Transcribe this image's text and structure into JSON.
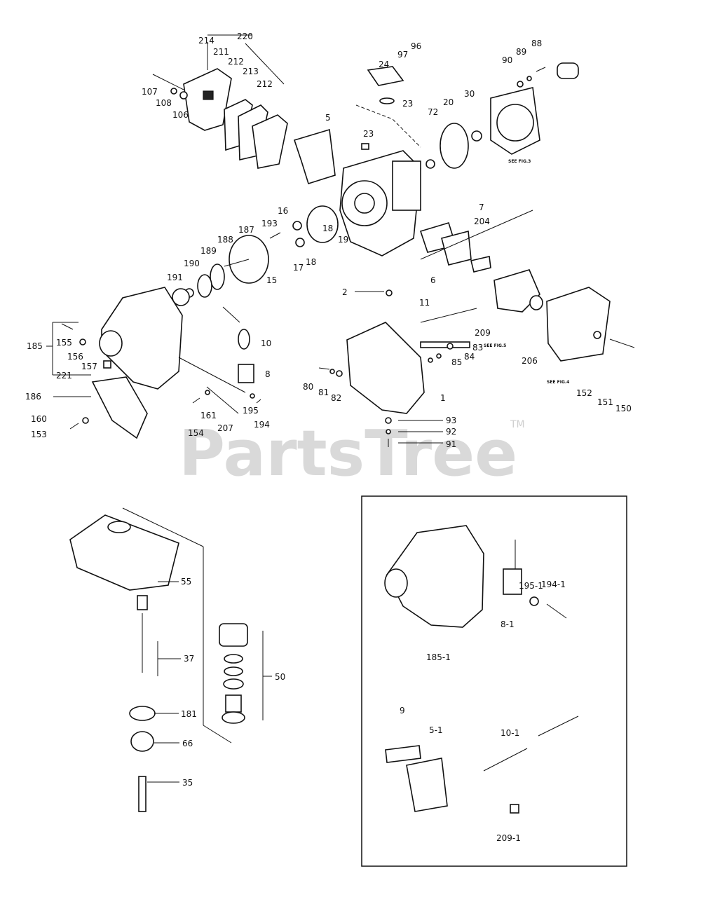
{
  "watermark": {
    "text": "PartsTree",
    "tm": "TM"
  },
  "notes": {
    "fig3": "SEE FIG.3",
    "fig4": "SEE FIG.4",
    "fig5": "SEE FIG.5"
  },
  "labels": {
    "p214": "214",
    "p211": "211",
    "p212a": "212",
    "p212b": "212",
    "p213": "213",
    "p220": "220",
    "p107": "107",
    "p108": "108",
    "p106": "106",
    "p5": "5",
    "p24": "24",
    "p97": "97",
    "p96": "96",
    "p23a": "23",
    "p23b": "23",
    "p72": "72",
    "p20": "20",
    "p30": "30",
    "p90": "90",
    "p89": "89",
    "p88": "88",
    "p16": "16",
    "p193": "193",
    "p187": "187",
    "p188": "188",
    "p189": "189",
    "p190": "190",
    "p191": "191",
    "p18a": "18",
    "p18b": "18",
    "p19": "19",
    "p17": "17",
    "p15": "15",
    "p7": "7",
    "p204": "204",
    "p6": "6",
    "p2": "2",
    "p11": "11",
    "p209": "209",
    "p83": "83",
    "p84": "84",
    "p85": "85",
    "p206": "206",
    "p152": "152",
    "p151": "151",
    "p150": "150",
    "p185": "185",
    "p155": "155",
    "p156": "156",
    "p157": "157",
    "p221": "221",
    "p10": "10",
    "p8": "8",
    "p186": "186",
    "p160": "160",
    "p153": "153",
    "p154": "154",
    "p161": "161",
    "p207": "207",
    "p195": "195",
    "p194": "194",
    "p80": "80",
    "p81": "81",
    "p82": "82",
    "p1": "1",
    "p93": "93",
    "p92": "92",
    "p91": "91",
    "p55": "55",
    "p37": "37",
    "p50": "50",
    "p181": "181",
    "p66": "66",
    "p35": "35",
    "p1951": "195-1",
    "p1941": "194-1",
    "p81b": "8-1",
    "p1851": "185-1",
    "p9": "9",
    "p51": "5-1",
    "p101": "10-1",
    "p2091": "209-1"
  }
}
